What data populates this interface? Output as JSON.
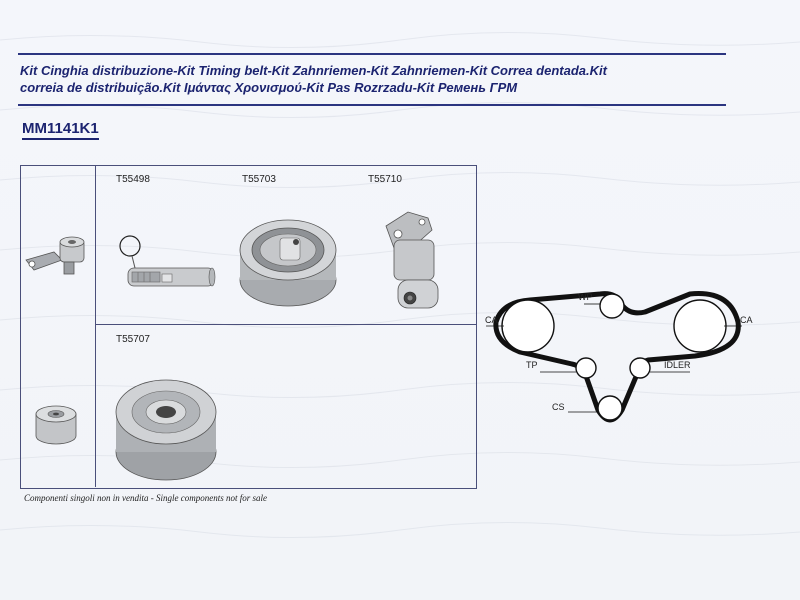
{
  "header": {
    "title_line1": "Kit Cinghia distribuzione-Kit Timing belt-Kit Zahnriemen-Kit Zahnriemen-Kit Correa dentada.Kit",
    "title_line2": "correia de distribuição.Kit Ιμάντας Χρονισμού-Kit Pas Rozrzadu-Kit Ремень ГРМ",
    "kit_code": "MM1141K1"
  },
  "parts": [
    {
      "code": "T55498",
      "icon": "tensioner-damper-icon"
    },
    {
      "code": "T55703",
      "icon": "tensioner-pulley-icon"
    },
    {
      "code": "T55710",
      "icon": "tensioner-bracket-icon"
    },
    {
      "code": "T55707",
      "icon": "idler-pulley-icon"
    }
  ],
  "footnote": "Componenti singoli non in vendita - Single components not for sale",
  "belt_diagram": {
    "labels": {
      "wp": "WP",
      "ca_left": "CA",
      "ca_right": "CA",
      "tp": "TP",
      "idler": "IDLER",
      "cs": "CS"
    }
  },
  "colors": {
    "heading": "#1c2470",
    "rule": "#2b3580",
    "metal": "#b9bcc0",
    "belt": "#111111"
  }
}
